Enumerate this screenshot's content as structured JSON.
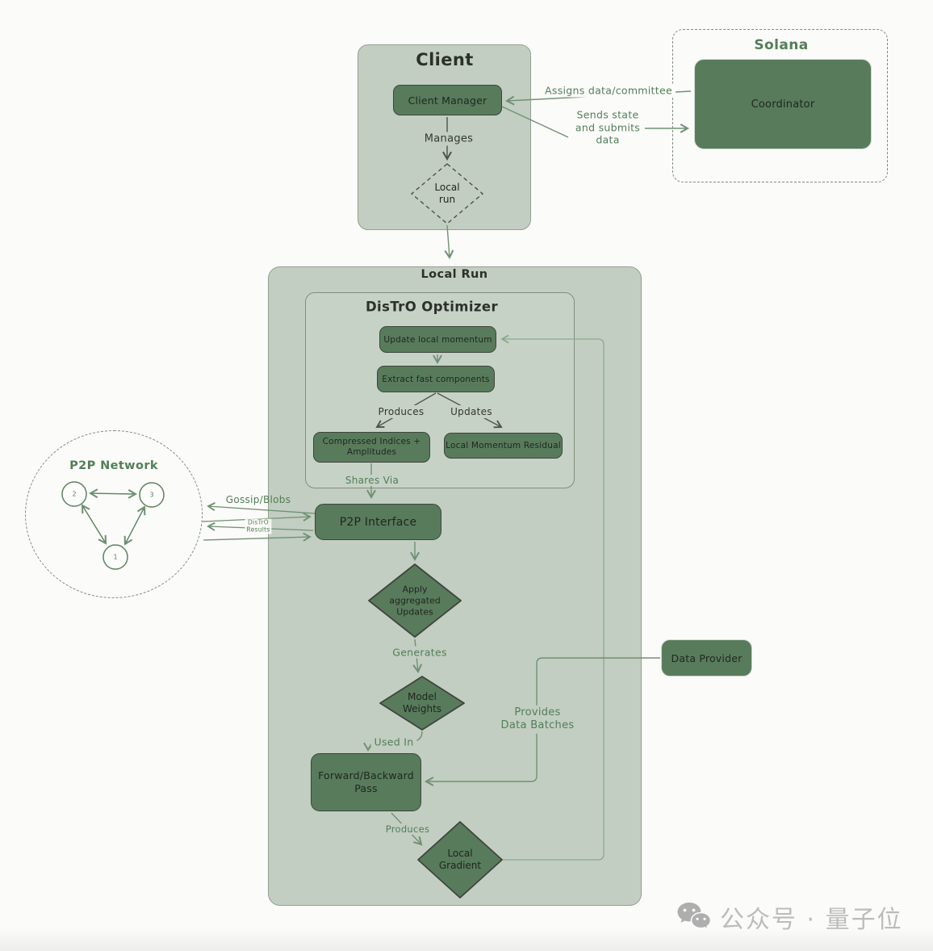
{
  "client": {
    "title": "Client",
    "manager": "Client Manager",
    "manages": "Manages",
    "local_run_diamond": "Local\nrun"
  },
  "solana": {
    "title": "Solana",
    "coordinator": "Coordinator"
  },
  "links": {
    "assigns": "Assigns data/committee",
    "sends": "Sends state\nand submits\ndata"
  },
  "local_run": {
    "title": "Local Run"
  },
  "distro": {
    "title": "DisTrO Optimizer",
    "update_momentum": "Update local momentum",
    "extract": "Extract fast components",
    "produces": "Produces",
    "updates": "Updates",
    "compressed": "Compressed Indices +\nAmplitudes",
    "residual": "Local Momentum Residual",
    "shares_via": "Shares Via"
  },
  "p2p": {
    "title": "P2P Network",
    "nodes": [
      "2",
      "3",
      "1"
    ],
    "gossip": "Gossip/Blobs",
    "distro_results": "DisTrO\nResults",
    "interface": "P2P Interface"
  },
  "flow": {
    "apply": "Apply\naggregated\nUpdates",
    "generates": "Generates",
    "model_weights": "Model\nWeights",
    "used_in": "Used In",
    "fb_pass": "Forward/Backward\nPass",
    "produces": "Produces",
    "local_gradient": "Local\nGradient"
  },
  "data_provider": {
    "label": "Data Provider",
    "provides": "Provides\nData Batches"
  },
  "watermark": {
    "text": "公众号 · 量子位"
  },
  "colors": {
    "node_green": "#587b5c",
    "container_green": "#c2cec1",
    "accent_green": "#527e57",
    "dark_stroke": "#3f453d",
    "background": "#fbfbf9",
    "watermark_gray": "#bcbcbc"
  }
}
